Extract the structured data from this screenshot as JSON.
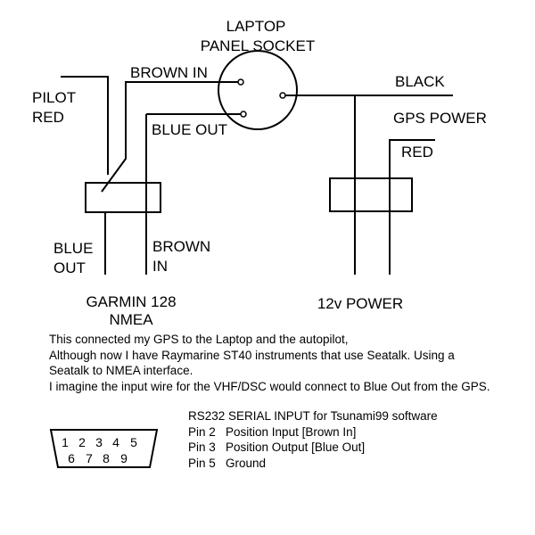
{
  "labels": {
    "laptop_line1": "LAPTOP",
    "laptop_line2": "PANEL SOCKET",
    "brown_in_top": "BROWN IN",
    "pilot": "PILOT",
    "red_left": "RED",
    "blue_out_top": "BLUE OUT",
    "black": "BLACK",
    "gps_power": "GPS POWER",
    "red_right": "RED",
    "blue_bottom": "BLUE",
    "out_bottom": "OUT",
    "brown_bottom": "BROWN",
    "in_bottom": "IN",
    "garmin_line1": "GARMIN 128",
    "garmin_line2": "NMEA",
    "power_12v": "12v POWER"
  },
  "notes": [
    "This connected my GPS to the Laptop and the autopilot,",
    "Although now I have Raymarine ST40 instruments that use Seatalk. Using a Seatalk to NMEA interface.",
    "I imagine the input wire for the VHF/DSC would connect to Blue Out from the GPS."
  ],
  "rs232": {
    "title": "RS232 SERIAL INPUT for Tsunami99 software",
    "pins": [
      "Pin 2   Position Input [Brown In]",
      "Pin 3   Position Output [Blue Out]",
      "Pin 5   Ground"
    ]
  },
  "db9": {
    "top_row": [
      "1",
      "2",
      "3",
      "4",
      "5"
    ],
    "bottom_row": [
      "6",
      "7",
      "8",
      "9"
    ]
  }
}
